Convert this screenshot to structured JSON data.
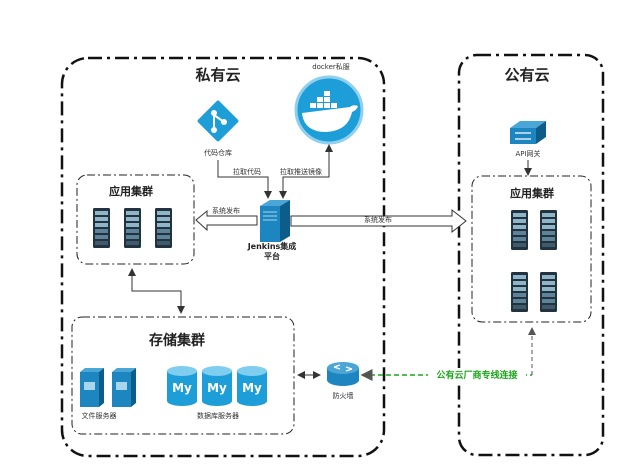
{
  "private_cloud": {
    "title": "私有云",
    "code_repo_label": "代码仓库",
    "docker_registry_label": "docker私服",
    "pull_code_label": "拉取代码",
    "pull_push_image_label": "拉取推送镜像",
    "app_cluster_title": "应用集群",
    "deploy_left_label": "系统发布",
    "jenkins_label_line1": "Jenkins集成",
    "jenkins_label_line2": "平台",
    "storage_title": "存储集群",
    "file_server_label": "文件服务器",
    "db_server_label": "数据库服务器",
    "db_logo_text": "My",
    "firewall_label": "防火墙"
  },
  "public_cloud": {
    "title": "公有云",
    "api_gateway_label": "API网关",
    "app_cluster_title": "应用集群",
    "deploy_right_label": "系统发布"
  },
  "dedicated_line_label": "公有云厂商专线连接",
  "colors": {
    "icon_blue": "#1d9ed8",
    "server_dark": "#22323f",
    "server_light": "#8fb5c8",
    "link_green": "#1aa51a",
    "border": "#111111"
  }
}
